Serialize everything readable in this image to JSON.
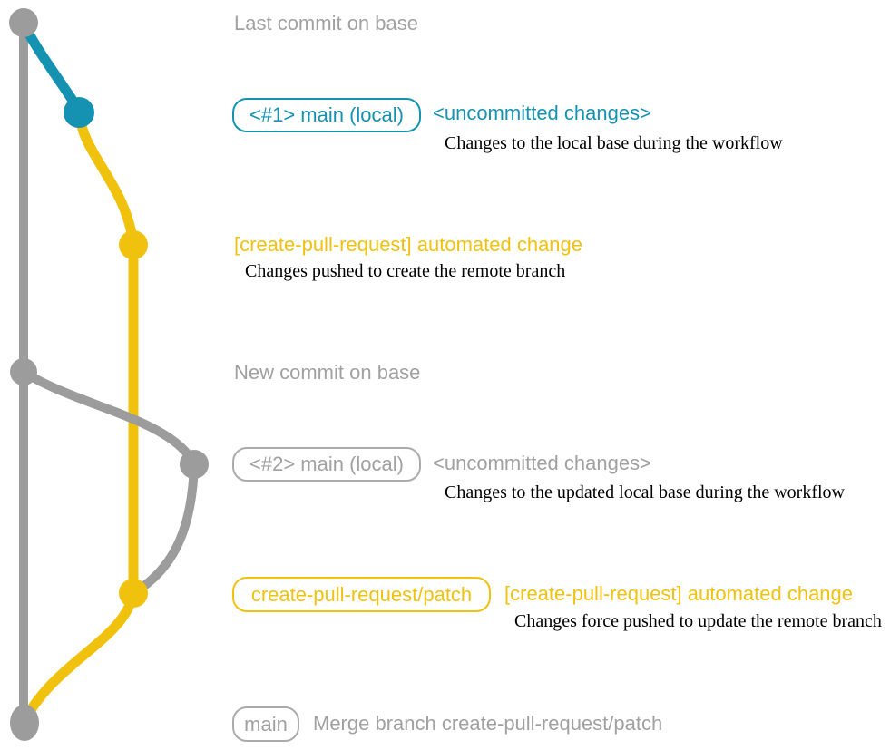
{
  "colors": {
    "gray": "#9c9c9c",
    "teal": "#1592b2",
    "yellow": "#f0c20e",
    "gray_text": "#a1a1a1",
    "description_text": "#000000"
  },
  "graph": {
    "branches": [
      {
        "name": "base",
        "color": "gray"
      },
      {
        "name": "main (local)",
        "color": "teal"
      },
      {
        "name": "create-pull-request/patch",
        "color": "yellow"
      }
    ],
    "commits": [
      {
        "id": "last-commit-on-base",
        "color": "gray"
      },
      {
        "id": "uncommitted-changes-1",
        "color": "teal"
      },
      {
        "id": "automated-change-1",
        "color": "yellow"
      },
      {
        "id": "new-commit-on-base",
        "color": "gray"
      },
      {
        "id": "uncommitted-changes-2",
        "color": "gray"
      },
      {
        "id": "automated-change-2",
        "color": "yellow"
      },
      {
        "id": "merge-commit",
        "color": "gray"
      }
    ]
  },
  "sections": {
    "last_commit": {
      "text": "Last commit on base"
    },
    "uncommitted_1": {
      "badge": "<#1> main (local)",
      "note": "<uncommitted changes>",
      "description": "Changes to the local base during the workflow"
    },
    "automated_1": {
      "note": "[create-pull-request] automated change",
      "description": "Changes pushed to create the remote branch"
    },
    "new_commit": {
      "text": "New commit on base"
    },
    "uncommitted_2": {
      "badge": "<#2> main (local)",
      "note": "<uncommitted changes>",
      "description": "Changes to the updated local base during the workflow"
    },
    "automated_2": {
      "badge": "create-pull-request/patch",
      "note": "[create-pull-request] automated change",
      "description": "Changes force pushed to update the remote branch"
    },
    "merge": {
      "badge": "main",
      "text": "Merge branch create-pull-request/patch"
    }
  }
}
